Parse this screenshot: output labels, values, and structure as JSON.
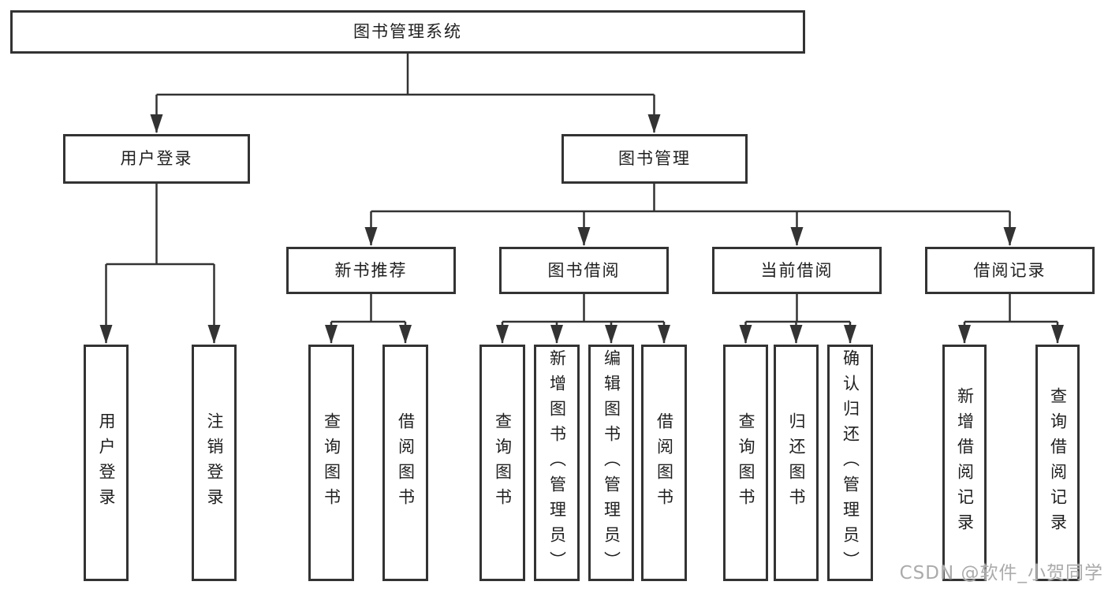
{
  "diagram": {
    "root": {
      "label": "图书管理系统"
    },
    "login_branch": {
      "label": "用户登录",
      "leaves": [
        {
          "label": "用户登录"
        },
        {
          "label": "注销登录"
        }
      ]
    },
    "mgmt_branch": {
      "label": "图书管理",
      "groups": [
        {
          "label": "新书推荐",
          "leaves": [
            {
              "label": "查询图书"
            },
            {
              "label": "借阅图书"
            }
          ]
        },
        {
          "label": "图书借阅",
          "leaves": [
            {
              "label": "查询图书"
            },
            {
              "label": "新增图书（管理员）"
            },
            {
              "label": "编辑图书（管理员）"
            },
            {
              "label": "借阅图书"
            }
          ]
        },
        {
          "label": "当前借阅",
          "leaves": [
            {
              "label": "查询图书"
            },
            {
              "label": "归还图书"
            },
            {
              "label": "确认归还（管理员）"
            }
          ]
        },
        {
          "label": "借阅记录",
          "leaves": [
            {
              "label": "新增借阅记录"
            },
            {
              "label": "查询借阅记录"
            }
          ]
        }
      ]
    }
  },
  "watermark": {
    "text": "CSDN @软件_小贺同学"
  },
  "colors": {
    "line": "#333333",
    "box_border": "#333333",
    "text": "#1f1f1f",
    "watermark": "#ababab",
    "background": "#ffffff"
  }
}
